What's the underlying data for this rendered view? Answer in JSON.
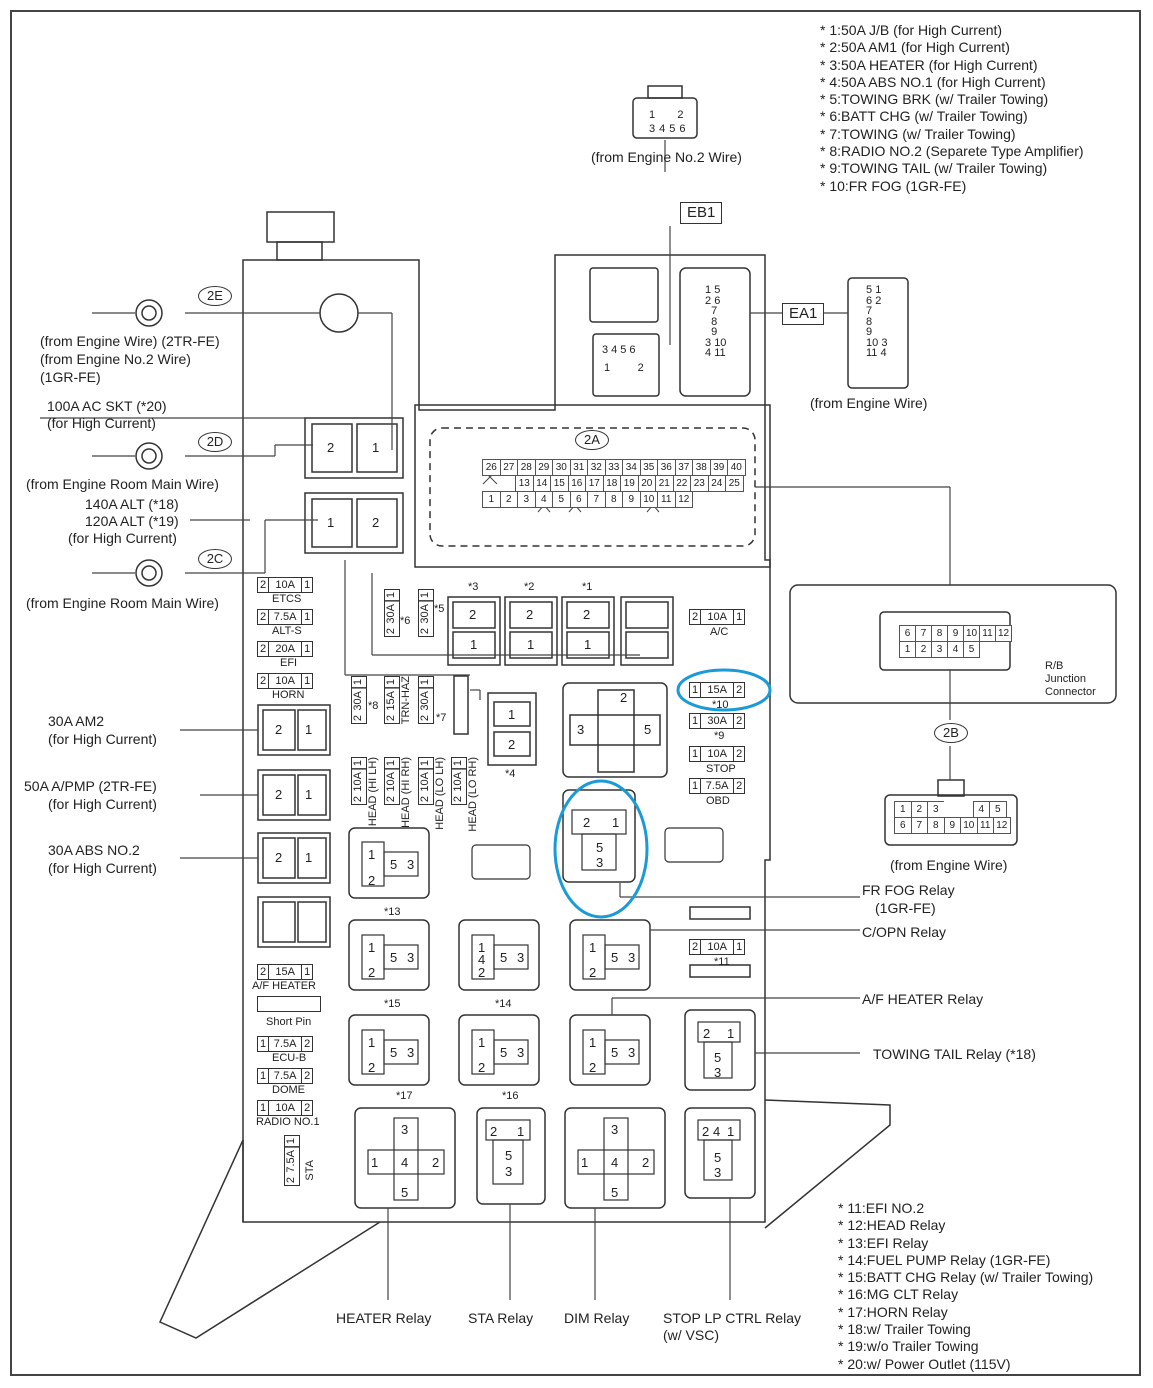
{
  "notes_top": [
    "* 1:50A J/B (for High Current)",
    "* 2:50A AM1 (for High Current)",
    "* 3:50A HEATER (for High Current)",
    "* 4:50A ABS NO.1 (for High Current)",
    "* 5:TOWING BRK (w/ Trailer Towing)",
    "* 6:BATT CHG (w/ Trailer Towing)",
    "* 7:TOWING (w/ Trailer Towing)",
    "* 8:RADIO NO.2 (Separete Type Amplifier)",
    "* 9:TOWING TAIL (w/ Trailer Towing)",
    "* 10:FR FOG (1GR-FE)"
  ],
  "notes_bottom": [
    "* 11:EFI NO.2",
    "* 12:HEAD Relay",
    "* 13:EFI Relay",
    "* 14:FUEL PUMP Relay (1GR-FE)",
    "* 15:BATT CHG Relay (w/ Trailer Towing)",
    "* 16:MG CLT Relay",
    "* 17:HORN Relay",
    "* 18:w/ Trailer Towing",
    "* 19:w/o Trailer Towing",
    "* 20:w/ Power Outlet (115V)"
  ],
  "connectors": {
    "eb1": "EB1",
    "ea1": "EA1",
    "c2a": "2A",
    "c2b": "2B",
    "c2c": "2C",
    "c2d": "2D",
    "c2e": "2E",
    "from_engine_no2_wire": "(from Engine No.2 Wire)",
    "from_engine_wire_ea1": "(from Engine Wire)",
    "from_engine_wire_2b": "(from Engine Wire)",
    "rb_junction": [
      "R/B",
      "Junction",
      "Connector"
    ]
  },
  "left_labels": {
    "e2_a": "(from Engine Wire) (2TR-FE)",
    "e2_b": "(from Engine No.2 Wire)",
    "e2_c": "(1GR-FE)",
    "ac_skt_a": "100A AC SKT (*20)",
    "ac_skt_b": "(for High Current)",
    "room_main_1": "(from Engine Room Main Wire)",
    "alt_a": "140A ALT (*18)",
    "alt_b": "120A ALT (*19)",
    "alt_c": "(for High Current)",
    "room_main_2": "(from Engine Room Main Wire)",
    "am2_a": "30A AM2",
    "am2_b": "(for High Current)",
    "apmp_a": "50A A/PMP (2TR-FE)",
    "apmp_b": "(for High Current)",
    "abs2_a": "30A ABS NO.2",
    "abs2_b": "(for High Current)"
  },
  "right_labels": {
    "fr_fog_a": "FR FOG Relay",
    "fr_fog_b": "(1GR-FE)",
    "copn": "C/OPN Relay",
    "af_heater_relay": "A/F HEATER Relay",
    "towing_tail": "TOWING TAIL Relay (*18)"
  },
  "bottom_labels": {
    "heater": "HEATER Relay",
    "sta": "STA Relay",
    "dim": "DIM Relay",
    "stop_a": "STOP LP CTRL Relay",
    "stop_b": "(w/ VSC)"
  },
  "fuse_names": {
    "etcs": "ETCS",
    "alts": "ALT-S",
    "efi": "EFI",
    "horn": "HORN",
    "af_heater": "A/F HEATER",
    "short_pin": "Short Pin",
    "ecub": "ECU-B",
    "dome": "DOME",
    "radio1": "RADIO NO.1",
    "sta": "STA",
    "ac": "A/C",
    "stop": "STOP",
    "obd": "OBD",
    "head_hi_lh": "HEAD (HI LH)",
    "head_hi_rh": "HEAD (HI RH)",
    "head_lo_lh": "HEAD (LO LH)",
    "head_lo_rh": "HEAD (LO RH)",
    "trn_haz": "TRN-HAZ"
  },
  "amps": {
    "a10": "10A",
    "a75": "7.5A",
    "a20": "20A",
    "a15": "15A",
    "a30": "30A"
  },
  "pin_labels": {
    "p1": "1",
    "p2": "2",
    "p3": "3",
    "p4": "4",
    "p5": "5",
    "p6": "6"
  },
  "star_marks": {
    "s1": "*1",
    "s2": "*2",
    "s3": "*3",
    "s4": "*4",
    "s5": "*5",
    "s6": "*6",
    "s7": "*7",
    "s8": "*8",
    "s9": "*9",
    "s10": "*10",
    "s11": "*11",
    "s13": "*13",
    "s14": "*14",
    "s15": "*15",
    "s16": "*16",
    "s17": "*17"
  },
  "pinrow_2a": {
    "top": [
      "26",
      "27",
      "28",
      "29",
      "30",
      "31",
      "32",
      "33",
      "34",
      "35",
      "36",
      "37",
      "38",
      "39",
      "40"
    ],
    "mid": [
      "13",
      "14",
      "15",
      "16",
      "17",
      "18",
      "19",
      "20",
      "21",
      "22",
      "23",
      "24",
      "25"
    ],
    "bot": [
      "1",
      "2",
      "3",
      "4",
      "5",
      "6",
      "7",
      "8",
      "9",
      "10",
      "11",
      "12"
    ]
  },
  "pinrow_2b": {
    "top": [
      "6",
      "7",
      "8",
      "9",
      "10",
      "11",
      "12"
    ],
    "bot": [
      "1",
      "2",
      "3",
      "4",
      "5"
    ]
  },
  "pinrow_eb1": {
    "top": [
      "1",
      "2"
    ],
    "bot": [
      "3",
      "4",
      "5",
      "6"
    ]
  },
  "pinrow_ea1": [
    "5",
    "1",
    "6",
    "2",
    "7",
    "8",
    "9",
    "3",
    "10",
    "4",
    "11"
  ],
  "highlight_color": "#1a9ad6"
}
